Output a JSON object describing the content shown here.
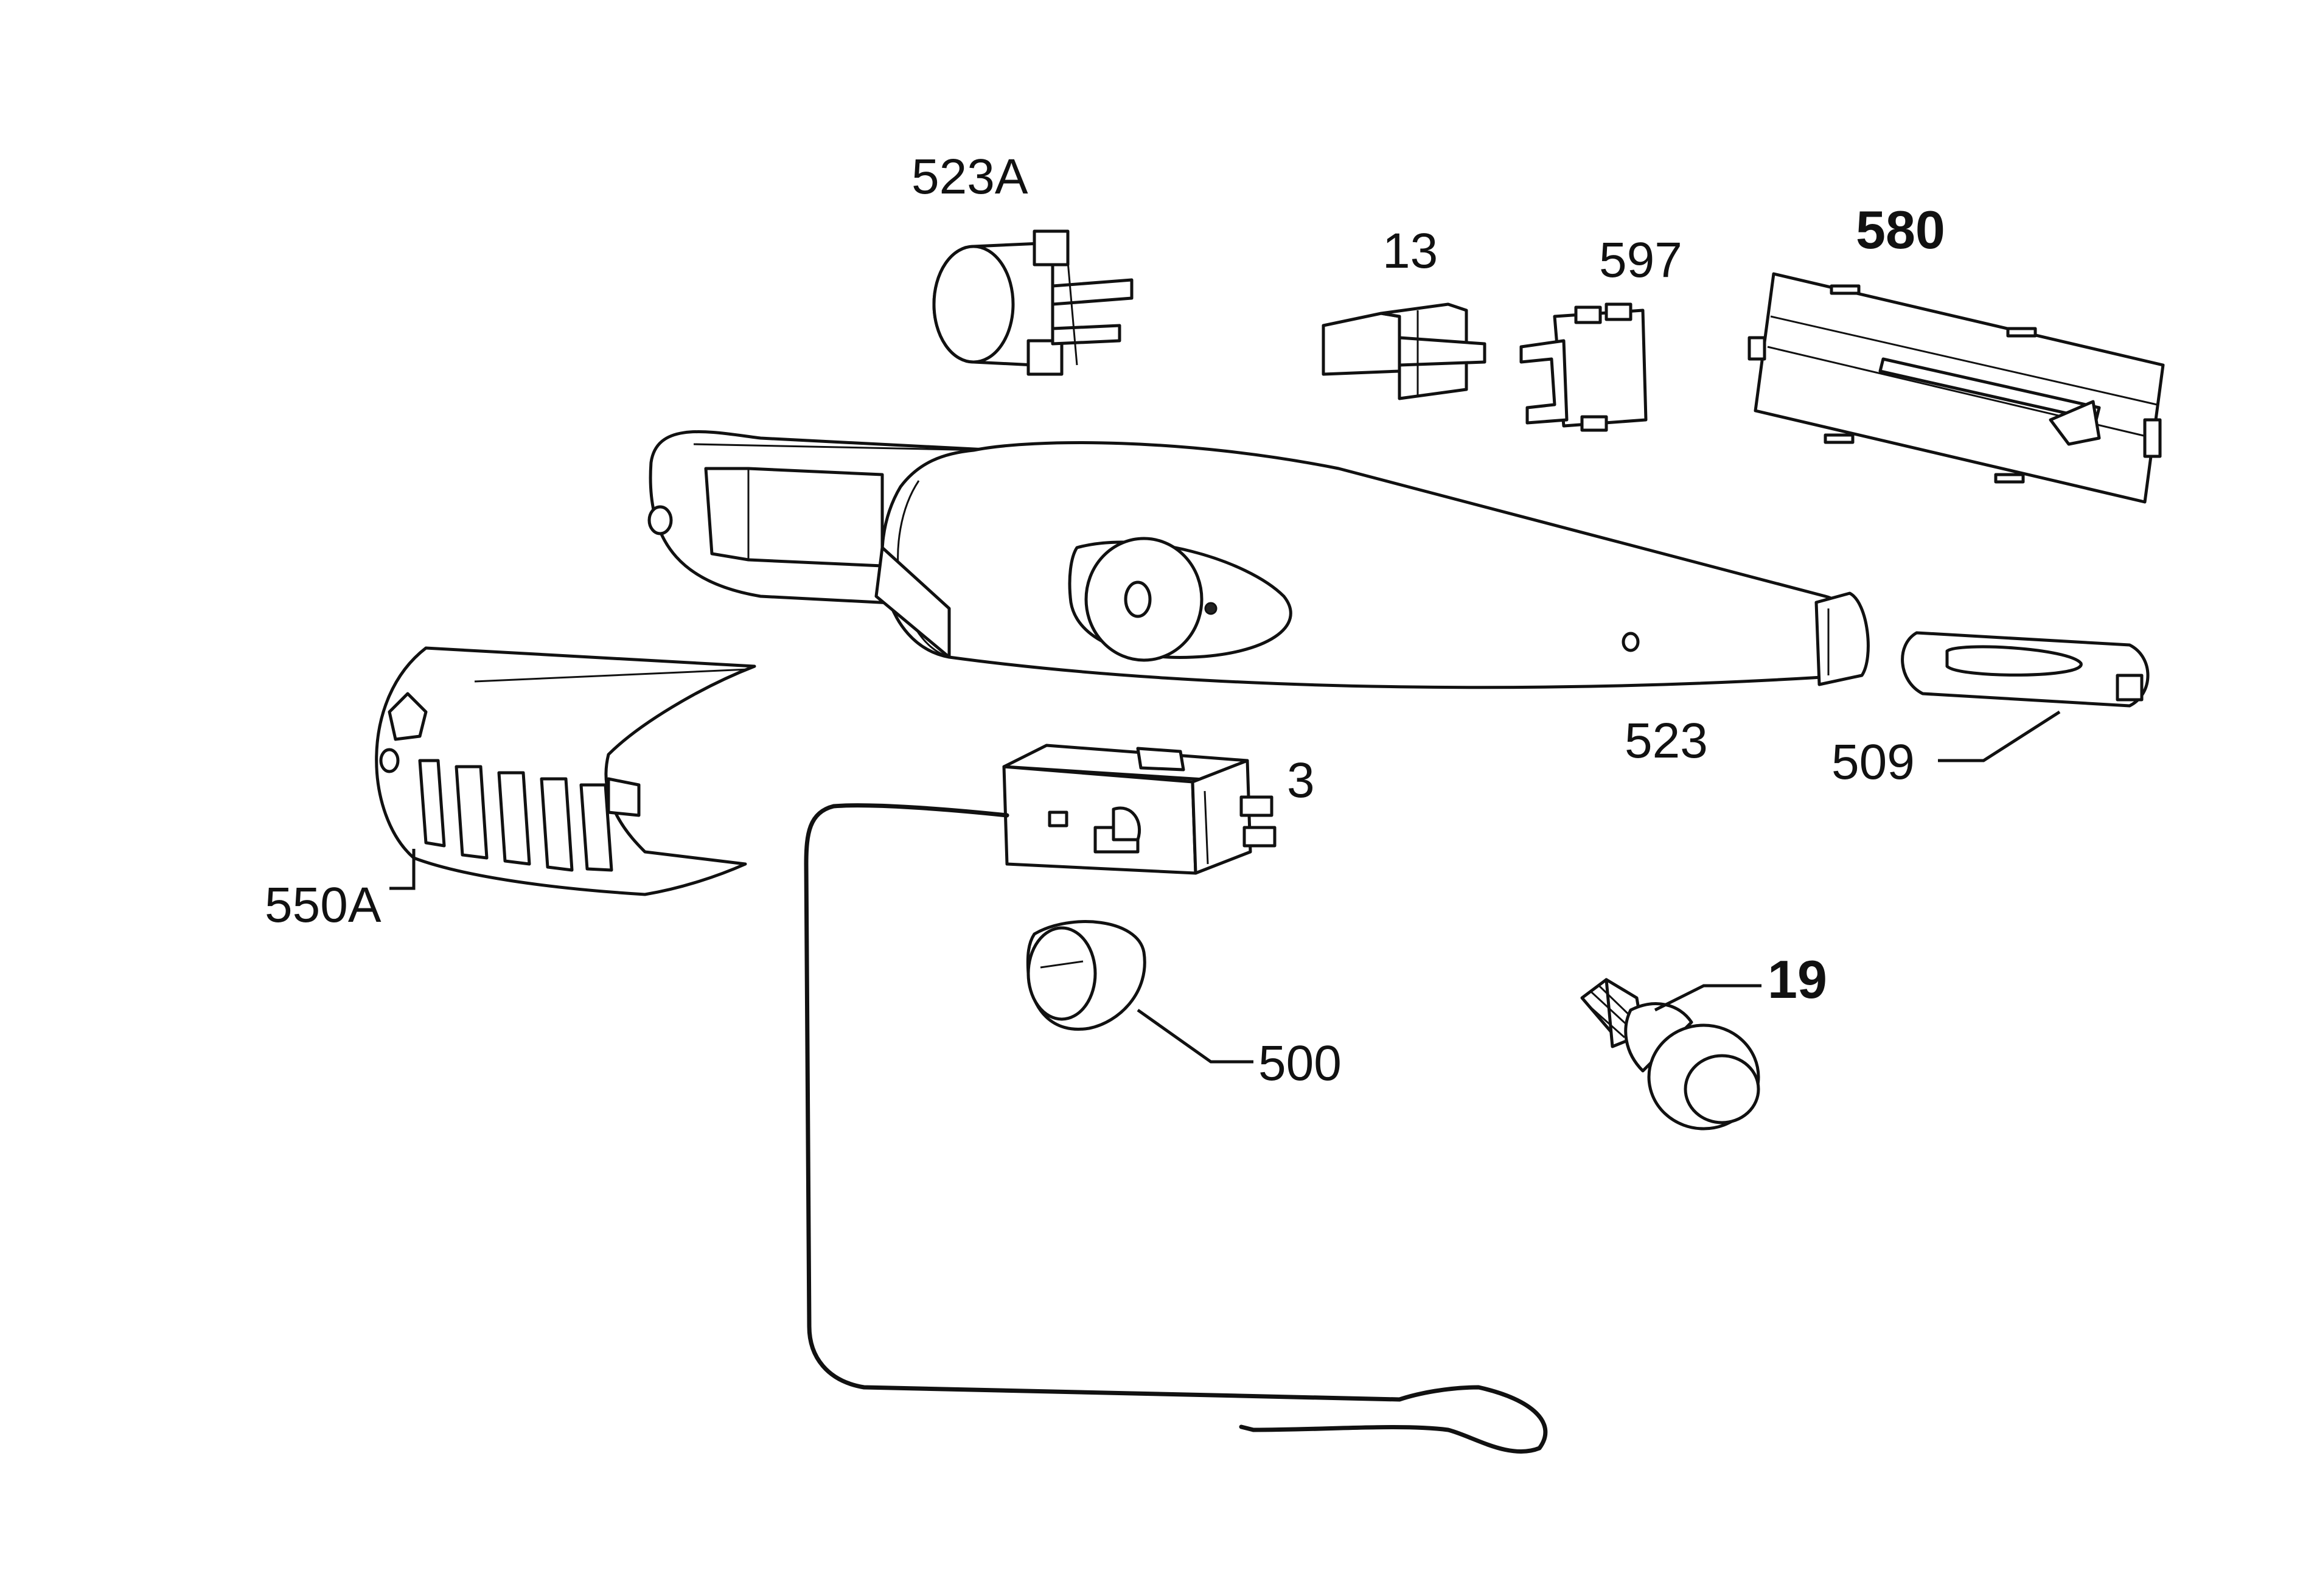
{
  "labels": {
    "part_523A": "523A",
    "part_13": "13",
    "part_597": "597",
    "part_580": "580",
    "part_523": "523",
    "part_509": "509",
    "part_3": "3",
    "part_550A": "550A",
    "part_500": "500",
    "part_19": "19"
  },
  "colors": {
    "line": "#111111",
    "background": "#ffffff",
    "shade": "#ececec"
  }
}
